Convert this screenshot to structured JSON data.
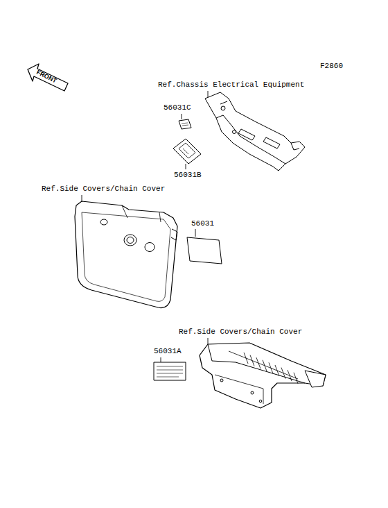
{
  "diagram": {
    "labels": [
      "F2860",
      "FRONT",
      "Ref.Chassis Electrical Equipment",
      "56031C",
      "56031B",
      "Ref.Side Covers/Chain Cover",
      "56031",
      "Ref.Side Covers/Chain Cover",
      "56031A"
    ]
  }
}
